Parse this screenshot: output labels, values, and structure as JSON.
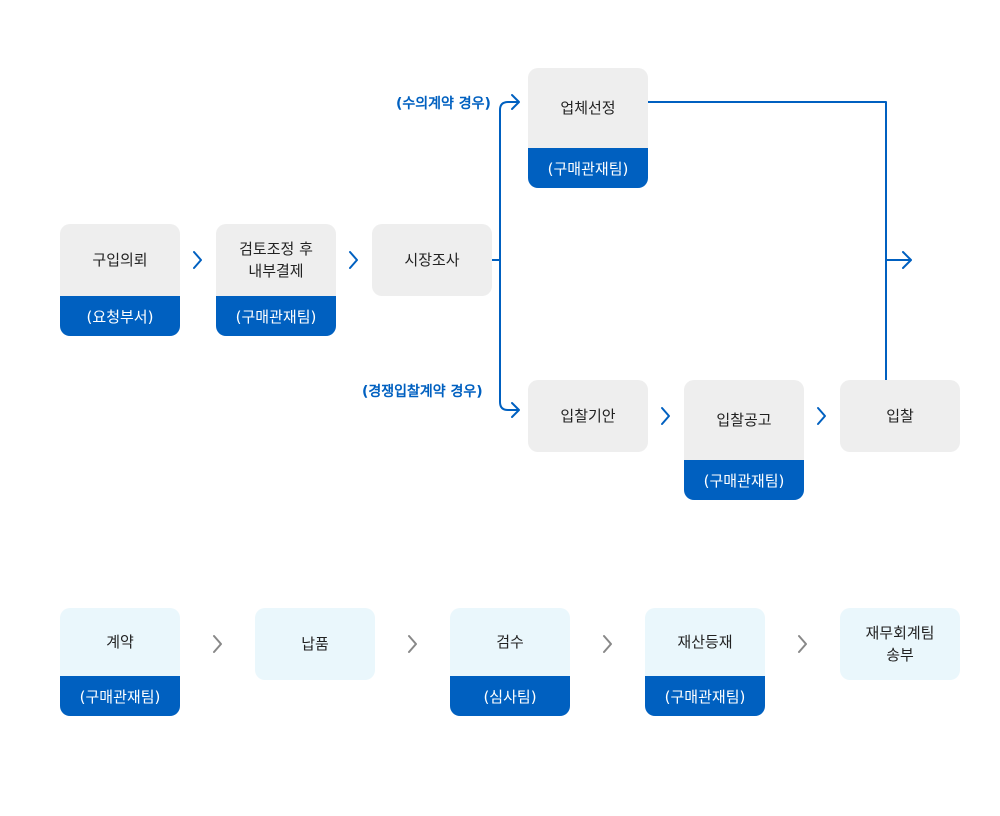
{
  "flow_top": {
    "request": {
      "title": "구입의뢰",
      "dept": "(요청부서)"
    },
    "review": {
      "title": "검토조정 후\n내부결제",
      "dept": "(구매관재팀)"
    },
    "market": {
      "title": "시장조사"
    },
    "vendor": {
      "title": "업체선정",
      "dept": "(구매관재팀)"
    },
    "bid_draft": {
      "title": "입찰기안"
    },
    "bid_notice": {
      "title": "입찰공고",
      "dept": "(구매관재팀)"
    },
    "bid": {
      "title": "입찰"
    }
  },
  "labels": {
    "private_contract": "(수의계약 경우)",
    "competitive_bid": "(경쟁입찰계약 경우)"
  },
  "flow_bottom": {
    "contract": {
      "title": "계약",
      "dept": "(구매관재팀)"
    },
    "delivery": {
      "title": "납품"
    },
    "inspection": {
      "title": "검수",
      "dept": "(심사팀)"
    },
    "asset": {
      "title": "재산등재",
      "dept": "(구매관재팀)"
    },
    "finance": {
      "title": "재무회계팀\n송부"
    }
  },
  "colors": {
    "accent": "#0060c0",
    "node_gray": "#eeeeee",
    "node_cyan": "#eaf7fc",
    "chevron_gray": "#888888"
  }
}
